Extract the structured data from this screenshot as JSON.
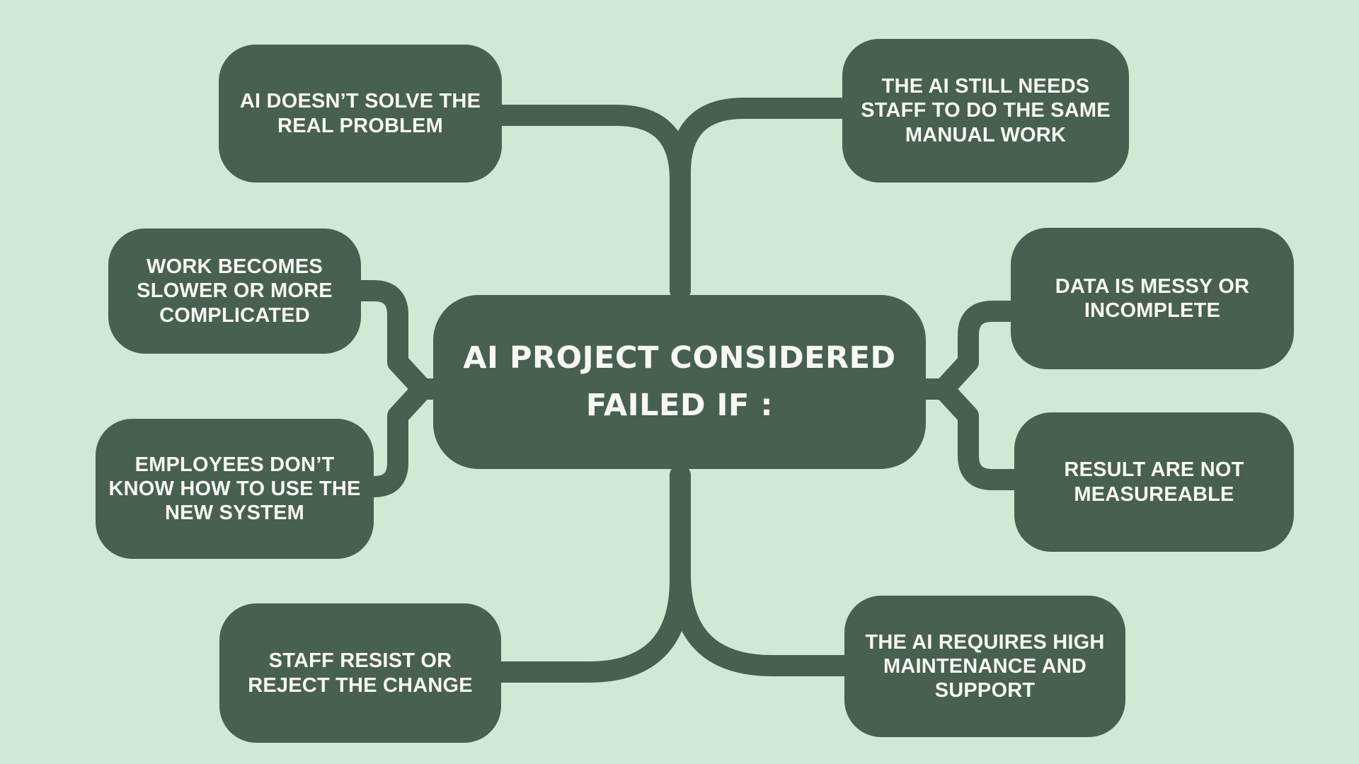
{
  "palette": {
    "background": "#D0E9D5",
    "node_fill": "#47604F",
    "connector_color": "#47604F",
    "text_color": "#F8F7F3"
  },
  "center_node": {
    "label": "AI PROJECT CONSIDERED\nFAILED IF :"
  },
  "nodes": {
    "top_left": {
      "label": "AI DOESN’T SOLVE THE\nREAL PROBLEM"
    },
    "top_right": {
      "label": "THE AI STILL NEEDS\nSTAFF TO DO THE SAME\nMANUAL WORK"
    },
    "left_middle": {
      "label": "WORK BECOMES\nSLOWER OR MORE\nCOMPLICATED"
    },
    "left_bottom": {
      "label": "EMPLOYEES DON’T\nKNOW HOW TO USE THE\nNEW SYSTEM"
    },
    "right_middle": {
      "label": "DATA IS MESSY OR\nINCOMPLETE"
    },
    "right_bottom": {
      "label": "RESULT ARE NOT\nMEASUREABLE"
    },
    "bottom_left": {
      "label": "STAFF RESIST OR\nREJECT THE CHANGE"
    },
    "bottom_right": {
      "label": "THE AI REQUIRES HIGH\nMAINTENANCE AND\nSUPPORT"
    }
  }
}
